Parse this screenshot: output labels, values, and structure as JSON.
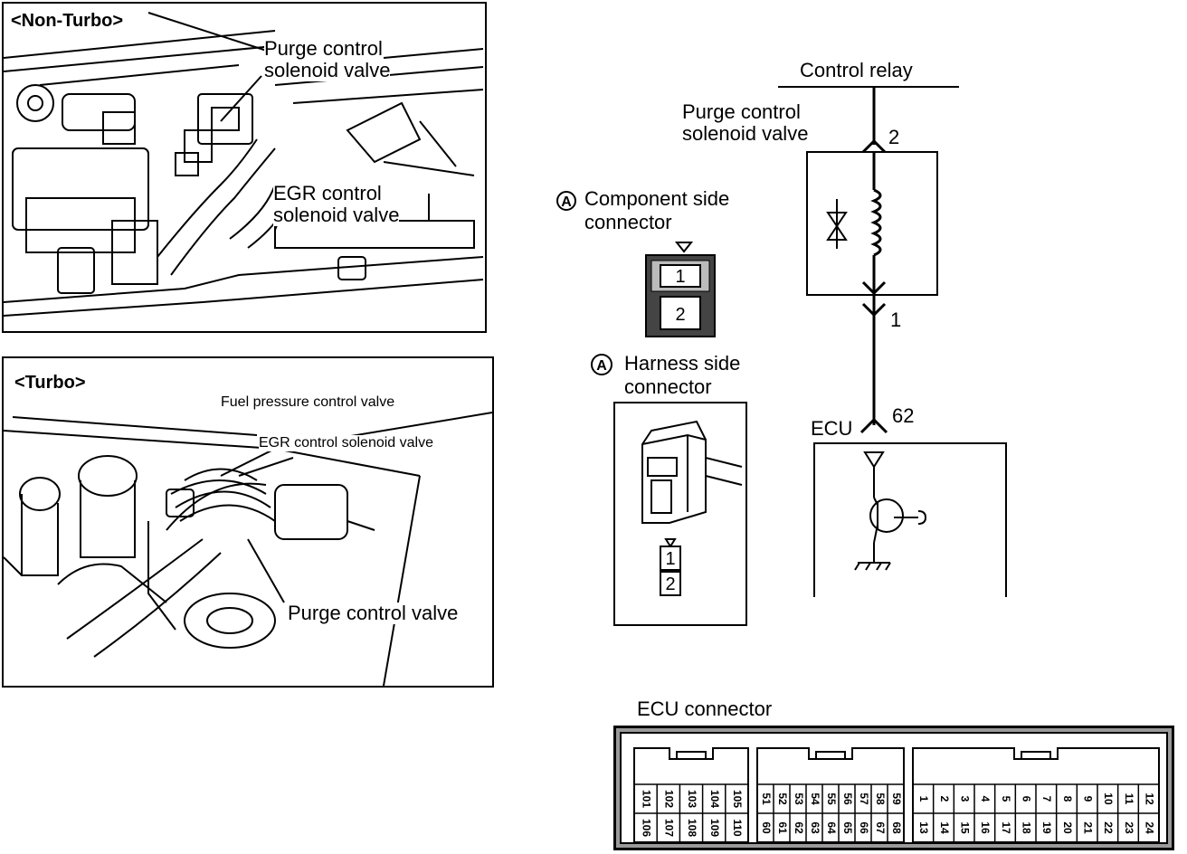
{
  "non_turbo": {
    "title": "<Non-Turbo>",
    "label_purge": [
      "Purge control",
      "solenoid valve"
    ],
    "label_egr": [
      "EGR control",
      "solenoid valve"
    ]
  },
  "turbo": {
    "title": "<Turbo>",
    "label_fuel": "Fuel pressure control valve",
    "label_egr": "EGR control solenoid valve",
    "label_purge": "Purge control valve"
  },
  "component_connector": {
    "badge": "A",
    "label": [
      "Component side",
      "connector"
    ],
    "pins": [
      "1",
      "2"
    ]
  },
  "harness_connector": {
    "badge": "A",
    "label": [
      "Harness side",
      "connector"
    ],
    "pins": [
      "1",
      "2"
    ]
  },
  "circuit": {
    "relay_label": "Control relay",
    "valve_label": [
      "Purge control",
      "solenoid valve"
    ],
    "pin_top": "2",
    "pin_bottom": "1",
    "ecu_pin": "62",
    "ecu_label": "ECU"
  },
  "ecu_connector": {
    "title": "ECU connector",
    "block1_top": [
      "101",
      "102",
      "103",
      "104",
      "105"
    ],
    "block1_bottom": [
      "106",
      "107",
      "108",
      "109",
      "110"
    ],
    "block2_top": [
      "51",
      "52",
      "53",
      "54",
      "55",
      "56",
      "57",
      "58",
      "59"
    ],
    "block2_bottom": [
      "60",
      "61",
      "62",
      "63",
      "64",
      "65",
      "66",
      "67",
      "68"
    ],
    "block3_top": [
      "1",
      "2",
      "3",
      "4",
      "5",
      "6",
      "7",
      "8",
      "9",
      "10",
      "11",
      "12"
    ],
    "block3_bottom": [
      "13",
      "14",
      "15",
      "16",
      "17",
      "18",
      "19",
      "20",
      "21",
      "22",
      "23",
      "24"
    ]
  }
}
